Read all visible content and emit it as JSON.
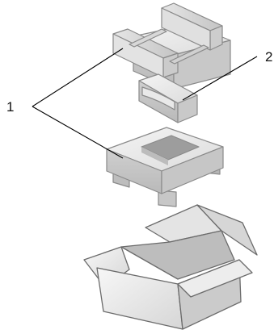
{
  "callouts": [
    {
      "label": "1"
    },
    {
      "label": "2"
    }
  ],
  "parts": [
    {
      "name": "foam-insert-top"
    },
    {
      "name": "accessory-package"
    },
    {
      "name": "foam-insert-bottom"
    },
    {
      "name": "shipping-box"
    }
  ]
}
